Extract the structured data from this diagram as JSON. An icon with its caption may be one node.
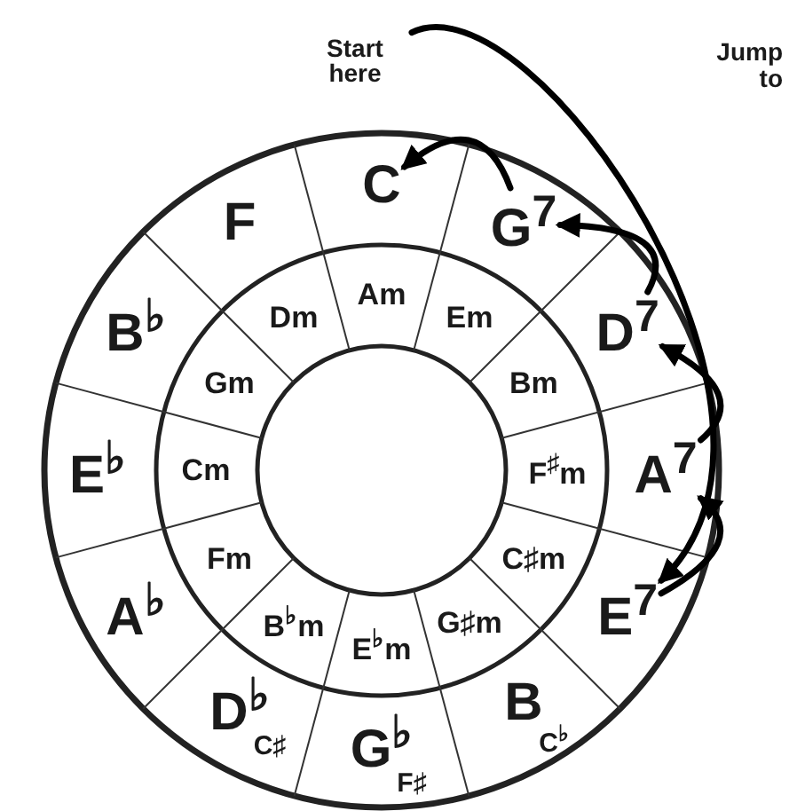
{
  "diagram": {
    "nodes": [
      {
        "text": [
          "Start here"
        ]
      },
      {
        "text": [
          "C"
        ]
      },
      {
        "text": [
          "G$^{7}$"
        ]
      },
      {
        "text": [
          "D$^{7}$"
        ]
      },
      {
        "text": [
          "A$^{7}$"
        ]
      },
      {
        "text": [
          "E$^{7}$"
        ]
      },
      {
        "text": [
          "B",
          "C$^{♭}$"
        ]
      },
      {
        "text": [
          "G$^{♭}$",
          "F♯"
        ]
      },
      {
        "text": [
          "D$^{♭}$",
          "C♯"
        ]
      },
      {
        "text": [
          "A$^{♭}$"
        ]
      },
      {
        "text": [
          "E$^{♭}$"
        ]
      },
      {
        "text": [
          "B$^{♭}$"
        ]
      },
      {
        "text": [
          "F"
        ]
      },
      {
        "text": [
          "Am"
        ]
      },
      {
        "text": [
          "Em"
        ]
      },
      {
        "text": [
          "Bm"
        ]
      },
      {
        "text": [
          "F$^{♯}$m"
        ]
      },
      {
        "text": [
          "C♯m"
        ]
      },
      {
        "text": [
          "G♯m"
        ]
      },
      {
        "text": [
          "E$^{♭}$m"
        ]
      },
      {
        "text": [
          "B$^{♭}$m"
        ]
      },
      {
        "text": [
          "Fm"
        ]
      },
      {
        "text": [
          "Cm"
        ]
      },
      {
        "text": [
          "Gm"
        ]
      },
      {
        "text": [
          "Dm"
        ]
      }
    ],
    "edges": [
      {
        "from": 0,
        "to": 5,
        "arrow": "to"
      },
      {
        "from": 5,
        "to": 4,
        "arrow": "to"
      },
      {
        "from": 4,
        "to": 3,
        "arrow": "to"
      },
      {
        "from": 3,
        "to": 2,
        "arrow": "to"
      },
      {
        "from": 2,
        "to": 1,
        "arrow": "to"
      }
    ],
    "labels": [
      "Jump to"
    ]
  }
}
